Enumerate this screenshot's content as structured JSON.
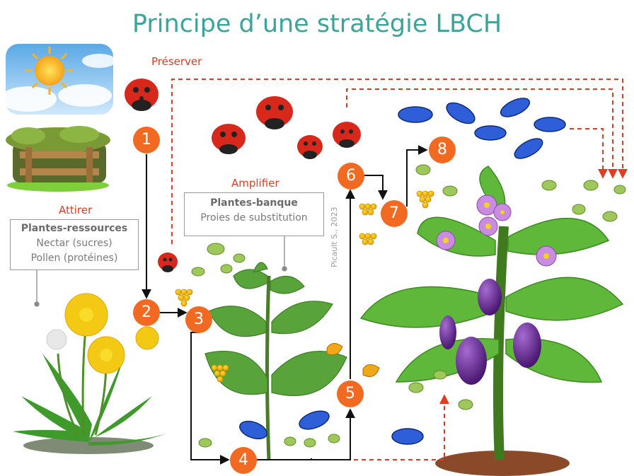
{
  "title": "Principe d’une stratégie LBCH",
  "labels": {
    "preserver": "Préserver",
    "attirer": "Attirer",
    "amplifier": "Amplifier"
  },
  "box_ressources": {
    "heading": "Plantes-ressources",
    "line1": "Nectar (sucres)",
    "line2": "Pollen (protéines)"
  },
  "box_banque": {
    "heading": "Plantes-banque",
    "line1": "Proies de substitution"
  },
  "credit": "Picault S., 2023",
  "steps": [
    "1",
    "2",
    "3",
    "4",
    "5",
    "6",
    "7",
    "8"
  ],
  "colors": {
    "title": "#3aa59a",
    "step": "#f26a21",
    "dashed_arrow": "#e23b1f",
    "solid_arrow": "#111111"
  }
}
